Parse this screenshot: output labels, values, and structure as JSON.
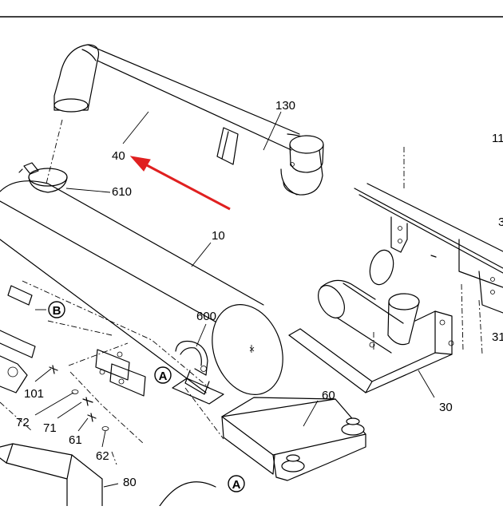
{
  "callouts": {
    "c130": "130",
    "c40": "40",
    "c610": "610",
    "c10": "10",
    "c600": "600",
    "c30": "30",
    "c60": "60",
    "c101": "101",
    "c72": "72",
    "c71": "71",
    "c61": "61",
    "c62": "62",
    "c80": "80",
    "c11_partial": "11",
    "c3_partial": "3",
    "c31_partial": "31"
  },
  "reference_circles": {
    "b_label": "B",
    "a_label_1": "A",
    "a_label_2": "A"
  },
  "colors": {
    "line": "#000000",
    "background": "#ffffff",
    "highlight_arrow": "#e02020"
  }
}
